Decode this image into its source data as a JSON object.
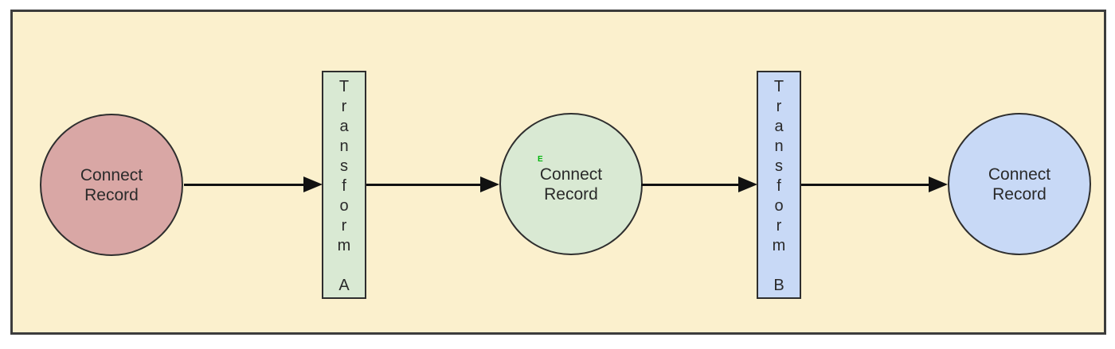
{
  "diagram": {
    "canvas": {
      "background_color": "#fbf0cd",
      "border_color": "#3c3c3c"
    },
    "nodes": [
      {
        "id": "source-record",
        "shape": "circle",
        "label": "Connect Record",
        "fill": "#d9a7a5"
      },
      {
        "id": "transform-a",
        "shape": "rect",
        "label": "Transform A",
        "fill": "#d9e9d3"
      },
      {
        "id": "middle-record",
        "shape": "circle",
        "label": "Connect Record",
        "fill": "#d9e9d3"
      },
      {
        "id": "transform-b",
        "shape": "rect",
        "label": "Transform B",
        "fill": "#c8d9f6"
      },
      {
        "id": "sink-record",
        "shape": "circle",
        "label": "Connect Record",
        "fill": "#c8d9f6"
      }
    ],
    "connectors": [
      {
        "from": "source-record",
        "to": "transform-a"
      },
      {
        "from": "transform-a",
        "to": "middle-record"
      },
      {
        "from": "middle-record",
        "to": "transform-b"
      },
      {
        "from": "transform-b",
        "to": "sink-record"
      }
    ],
    "cursor_marker": {
      "label": "E",
      "color": "#00b50c"
    }
  }
}
